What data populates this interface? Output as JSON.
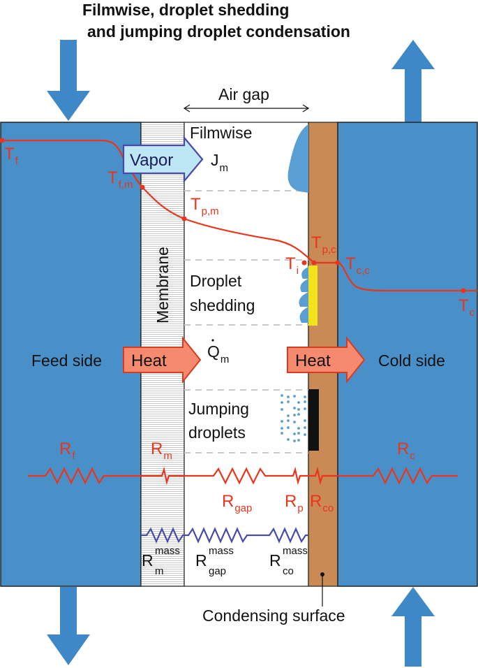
{
  "title": {
    "line1": "Filmwise, droplet shedding",
    "line2": "and jumping droplet condensation"
  },
  "labels": {
    "air_gap": "Air gap",
    "filmwise": "Filmwise",
    "membrane": "Membrane",
    "droplet_shedding_1": "Droplet",
    "droplet_shedding_2": "shedding",
    "jumping_1": "Jumping",
    "jumping_2": "droplets",
    "feed_side": "Feed side",
    "cold_side": "Cold side",
    "heat_left": "Heat",
    "heat_right": "Heat",
    "vapor": "Vapor",
    "condensing_surface": "Condensing surface"
  },
  "symbols": {
    "J": {
      "main": "J",
      "sub": "m"
    },
    "Q": {
      "main": "Q",
      "sub": "m"
    },
    "Tf": {
      "main": "T",
      "sub": "f"
    },
    "Tfm": {
      "main": "T",
      "sub": "f,m"
    },
    "Tpm": {
      "main": "T",
      "sub": "p,m"
    },
    "Ti": {
      "main": "T",
      "sub": "i"
    },
    "Tpc": {
      "main": "T",
      "sub": "p,c"
    },
    "Tcc": {
      "main": "T",
      "sub": "c,c"
    },
    "Tc": {
      "main": "T",
      "sub": "c"
    },
    "Rf": {
      "main": "R",
      "sub": "f"
    },
    "Rm": {
      "main": "R",
      "sub": "m"
    },
    "Rc": {
      "main": "R",
      "sub": "c"
    },
    "Rgap": {
      "main": "R",
      "sub": "gap"
    },
    "Rp": {
      "main": "R",
      "sub": "p"
    },
    "Rco": {
      "main": "R",
      "sub": "co"
    },
    "Rm_mass": {
      "main": "R",
      "sup": "mass",
      "sub": "m"
    },
    "Rgap_mass": {
      "main": "R",
      "sup": "mass",
      "sub": "gap"
    },
    "Rco_mass": {
      "main": "R",
      "sup": "mass",
      "sub": "co"
    }
  },
  "colors": {
    "feed_blue": "#4a90c8",
    "arrow_blue": "#3f88c8",
    "temperature_line": "#e8351c",
    "mass_resistor": "#4a4aa8",
    "condenser_plate": "#c98a55",
    "heat_arrow": "#f58a6e",
    "vapor_arrow": "#bde6f5",
    "promoter_coating": "#f2e21c",
    "superhydrophobic_coating": "#111111",
    "droplet": "#5a9fd4"
  }
}
